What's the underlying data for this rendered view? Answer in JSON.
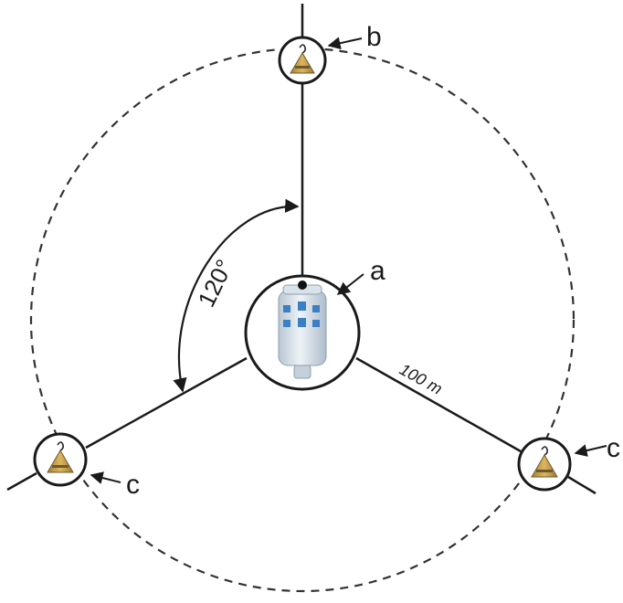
{
  "labels": {
    "center_device": "a",
    "top_device": "b",
    "left_device": "c",
    "right_device": "c",
    "angle": "120°",
    "distance": "100 m"
  },
  "colors": {
    "line": "#1a1a1a",
    "dashed_circle": "#333333",
    "sensor_body": "#c9a24a",
    "sensor_dark": "#6b5a2e",
    "canister_body": "#dfe8ef",
    "canister_accent": "#3b7fc4"
  },
  "icons": {
    "center": "water-canister-icon",
    "peripheral": "hydrophone-sensor-icon"
  }
}
